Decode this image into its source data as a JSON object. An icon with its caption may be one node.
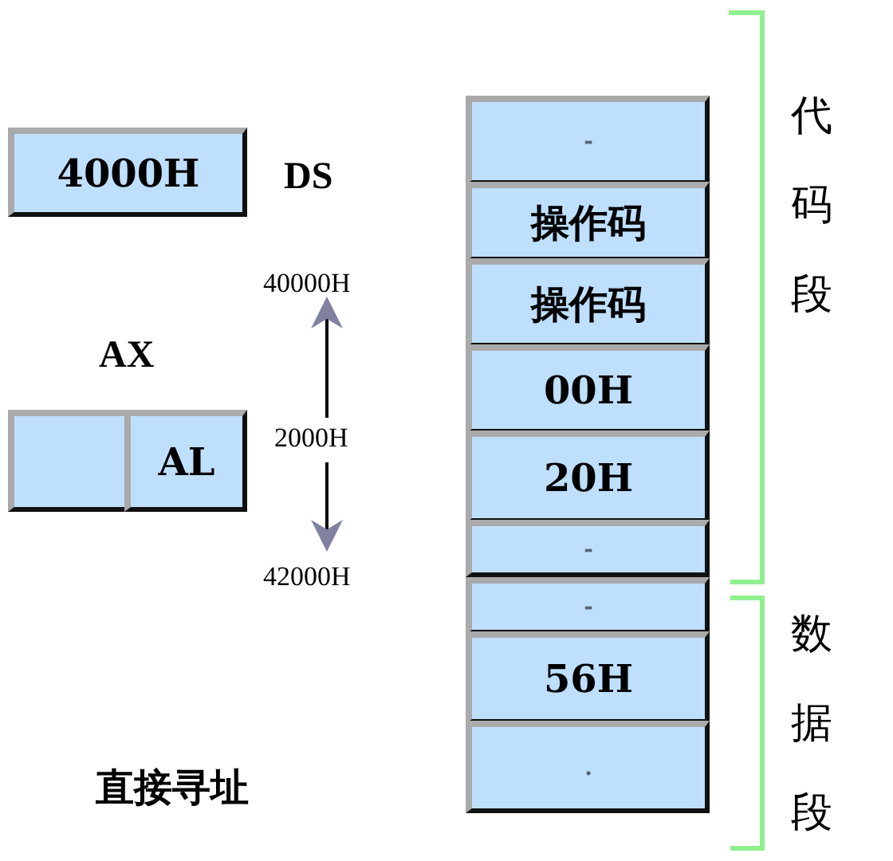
{
  "diagram": {
    "title": "直接寻址",
    "nodes": [
      {
        "text": [
          "4000H"
        ]
      },
      {
        "text": [],
        "shape": "box"
      },
      {
        "text": [
          "AL"
        ]
      },
      {
        "text": [
          "-"
        ]
      },
      {
        "text": [
          "操作码"
        ]
      },
      {
        "text": [
          "操作码"
        ]
      },
      {
        "text": [
          "00H"
        ]
      },
      {
        "text": [
          "20H"
        ]
      },
      {
        "text": [
          "-"
        ]
      },
      {
        "text": [
          "-"
        ]
      },
      {
        "text": [
          "56H"
        ]
      },
      {
        "text": [
          "."
        ]
      }
    ],
    "labels": [
      "DS",
      "AX",
      "40000H",
      "2000H",
      "42000H",
      "代码段",
      "数据段"
    ]
  }
}
